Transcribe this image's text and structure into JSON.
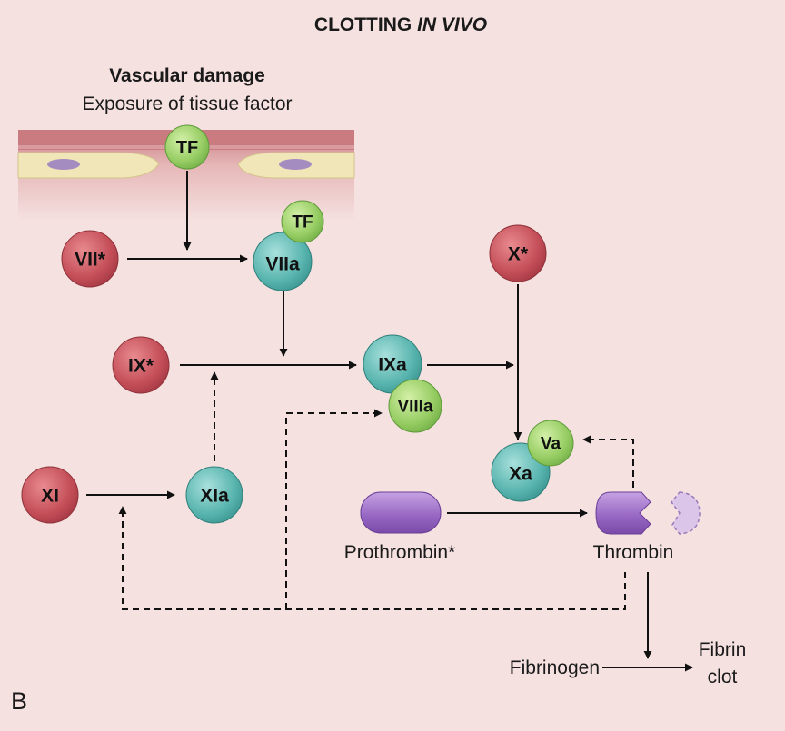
{
  "title": {
    "main": "CLOTTING ",
    "italic": "IN VIVO"
  },
  "header": {
    "line1": "Vascular damage",
    "line2": "Exposure of tissue factor"
  },
  "factors": {
    "tf_vessel": "TF",
    "tf_bound": "TF",
    "vii": "VII*",
    "viia": "VIIa",
    "x": "X*",
    "ix": "IX*",
    "ixa": "IXa",
    "viiia": "VIIIa",
    "xi": "XI",
    "xia": "XIa",
    "va": "Va",
    "xa": "Xa"
  },
  "labels": {
    "prothrombin": "Prothrombin*",
    "thrombin": "Thrombin",
    "fibrinogen": "Fibrinogen",
    "fibrin_line1": "Fibrin",
    "fibrin_line2": "clot"
  },
  "panel_letter": "B",
  "colors": {
    "background": "#f5e1e0",
    "inactive_factor": "#c8555e",
    "active_factor": "#5cb8b2",
    "tissue_factor": "#9bd06a",
    "prothrombin": "#9a6ac4",
    "vessel": "#d9989a"
  }
}
